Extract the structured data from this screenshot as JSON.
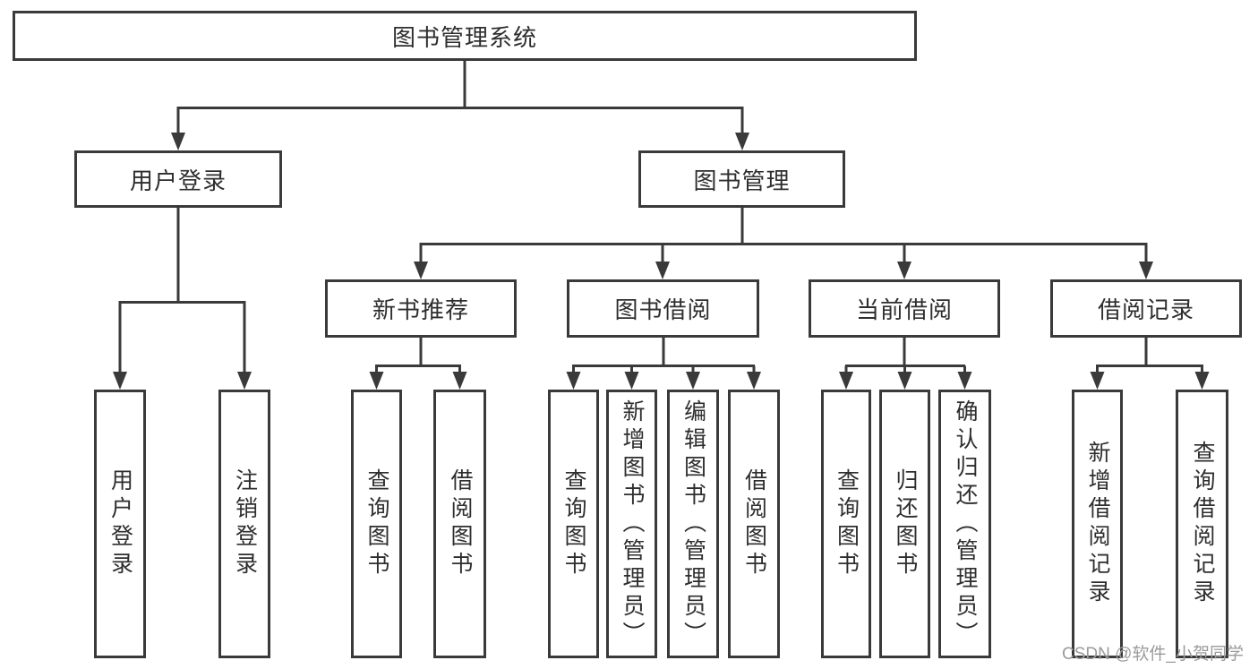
{
  "diagram": {
    "root": {
      "label": "图书管理系统"
    },
    "level2": [
      {
        "label": "用户登录"
      },
      {
        "label": "图书管理"
      }
    ],
    "level3": [
      {
        "label": "新书推荐"
      },
      {
        "label": "图书借阅"
      },
      {
        "label": "当前借阅"
      },
      {
        "label": "借阅记录"
      }
    ],
    "leaves": {
      "user_login": [
        {
          "label": "用户登录"
        },
        {
          "label": "注销登录"
        }
      ],
      "new_book_recommend": [
        {
          "label": "查询图书"
        },
        {
          "label": "借阅图书"
        }
      ],
      "book_borrow": [
        {
          "label": "查询图书"
        },
        {
          "label": "新增图书（管理员）"
        },
        {
          "label": "编辑图书（管理员）"
        },
        {
          "label": "借阅图书"
        }
      ],
      "current_borrow": [
        {
          "label": "查询图书"
        },
        {
          "label": "归还图书"
        },
        {
          "label": "确认归还（管理员）"
        }
      ],
      "borrow_records": [
        {
          "label": "新增借阅记录"
        },
        {
          "label": "查询借阅记录"
        }
      ]
    }
  },
  "watermark": {
    "text": "CSDN @软件_小贺同学"
  },
  "colors": {
    "line": "#3a3a3a",
    "text": "#2e2e2e",
    "watermark": "#9b9b9b",
    "background": "#ffffff"
  }
}
